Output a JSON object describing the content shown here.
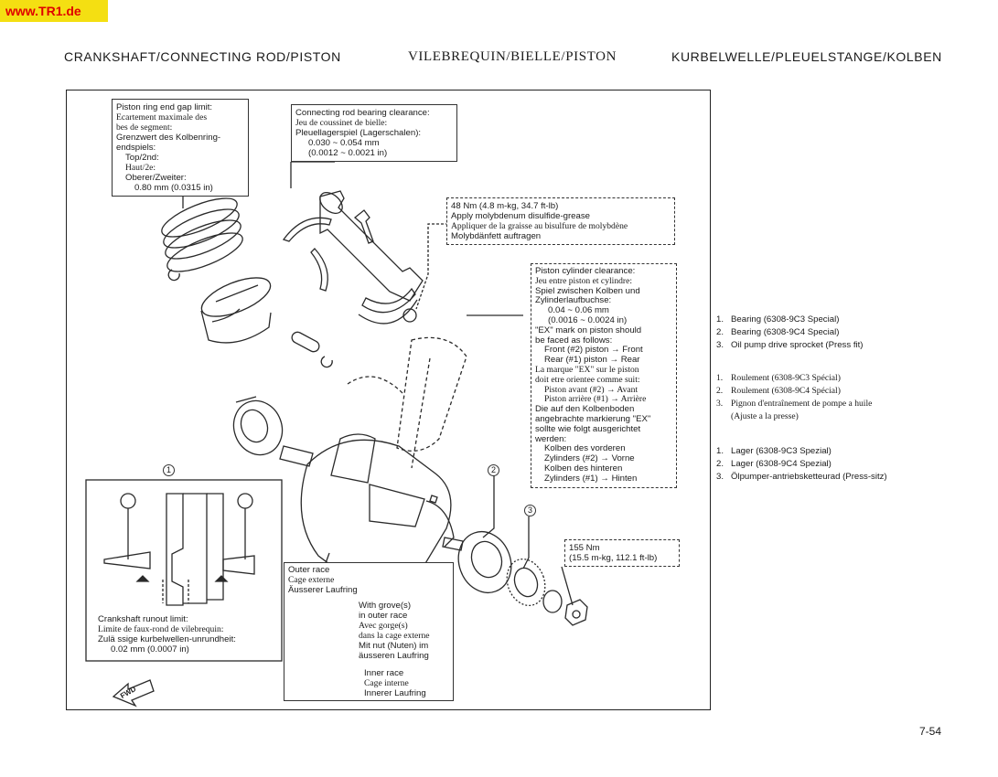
{
  "watermark": "www.TR1.de",
  "header": {
    "title_en": "CRANKSHAFT/CONNECTING ROD/PISTON",
    "title_fr": "VILEBREQUIN/BIELLE/PISTON",
    "title_de": "KURBELWELLE/PLEUELSTANGE/KOLBEN"
  },
  "notes": {
    "ring_gap": [
      "Piston ring end gap limit:",
      "Ecartement maximale des",
      "bes de segment:",
      "Grenzwert des Kolbenring-",
      "endspiels:",
      "Top/2nd:",
      "Haut/2e:",
      "Oberer/Zweiter:",
      "0.80 mm (0.0315 in)"
    ],
    "rod_clearance": [
      "Connecting rod bearing clearance:",
      "Jeu de coussinet de bielle:",
      "Pleuellagerspiel (Lagerschalen):",
      "0.030 ~ 0.054 mm",
      "(0.0012 ~ 0.0021 in)"
    ],
    "torque_rod": [
      "48 Nm (4.8 m-kg, 34.7 ft-lb)",
      "Apply molybdenum disulfide-grease",
      "Appliquer de la graisse au bisulfure de molybdène",
      "Molybdänfett auftragen"
    ],
    "piston_clearance": [
      "Piston cylinder clearance:",
      "Jeu entre piston et cylindre:",
      "Spiel zwischen Kolben und",
      "Zylinderlaufbuchse:",
      "0.04 ~ 0.06 mm",
      "(0.0016 ~ 0.0024 in)",
      "\"EX\" mark on piston should",
      "be faced as follows:",
      "Front (#2) piston → Front",
      "Rear (#1) piston → Rear",
      "La marque \"EX\" sur le piston",
      "doit etre orientee comme suit:",
      "Piston avant (#2) → Avant",
      "Piston arrière (#1) → Arrière",
      "Die auf den Kolbenboden",
      "angebrachte markierung \"EX\"",
      "sollte wie folgt ausgerichtet",
      "werden:",
      "Kolben des vorderen",
      "Zylinders (#2) → Vorne",
      "Kolben des hinteren",
      "Zylinders (#1) → Hinten"
    ],
    "runout": [
      "Crankshaft runout limit:",
      "Limite de faux-rond de vilebrequin:",
      "Zulä ssige kurbelwellen-unrundheit:",
      "0.02 mm (0.0007 in)"
    ],
    "outer_race": [
      "Outer race",
      "Cage externe",
      "Äusserer Laufring"
    ],
    "grove": [
      "With grove(s)",
      "in outer race",
      "Avec gorge(s)",
      "dans la cage externe",
      "Mit nut (Nuten) im",
      "äusseren Laufring"
    ],
    "inner_race": [
      "Inner race",
      "Cage interne",
      "Innerer Laufring"
    ],
    "torque_nut": [
      "155 Nm",
      "(15.5 m-kg, 112.1 ft-lb)"
    ]
  },
  "legend": {
    "en": [
      {
        "num": "1.",
        "text": "Bearing (6308-9C3 Special)"
      },
      {
        "num": "2.",
        "text": "Bearing (6308-9C4 Special)"
      },
      {
        "num": "3.",
        "text": "Oil pump drive sprocket (Press fit)"
      }
    ],
    "fr": [
      {
        "num": "1.",
        "text": "Roulement (6308-9C3 Spécial)"
      },
      {
        "num": "2.",
        "text": "Roulement (6308-9C4 Spécial)"
      },
      {
        "num": "3.",
        "text": "Pignon d'entraînement de pompe a huile"
      },
      {
        "num": "",
        "text": "(Ajuste a la presse)"
      }
    ],
    "de": [
      {
        "num": "1.",
        "text": "Lager (6308-9C3 Spezial)"
      },
      {
        "num": "2.",
        "text": "Lager (6308-9C4 Spezial)"
      },
      {
        "num": "3.",
        "text": "Ölpumper-antriebsketteurad (Press-sitz)"
      }
    ]
  },
  "callouts": {
    "one": "1",
    "two": "2",
    "three": "3"
  },
  "fwd_label": "FWD",
  "page_number": "7-54"
}
